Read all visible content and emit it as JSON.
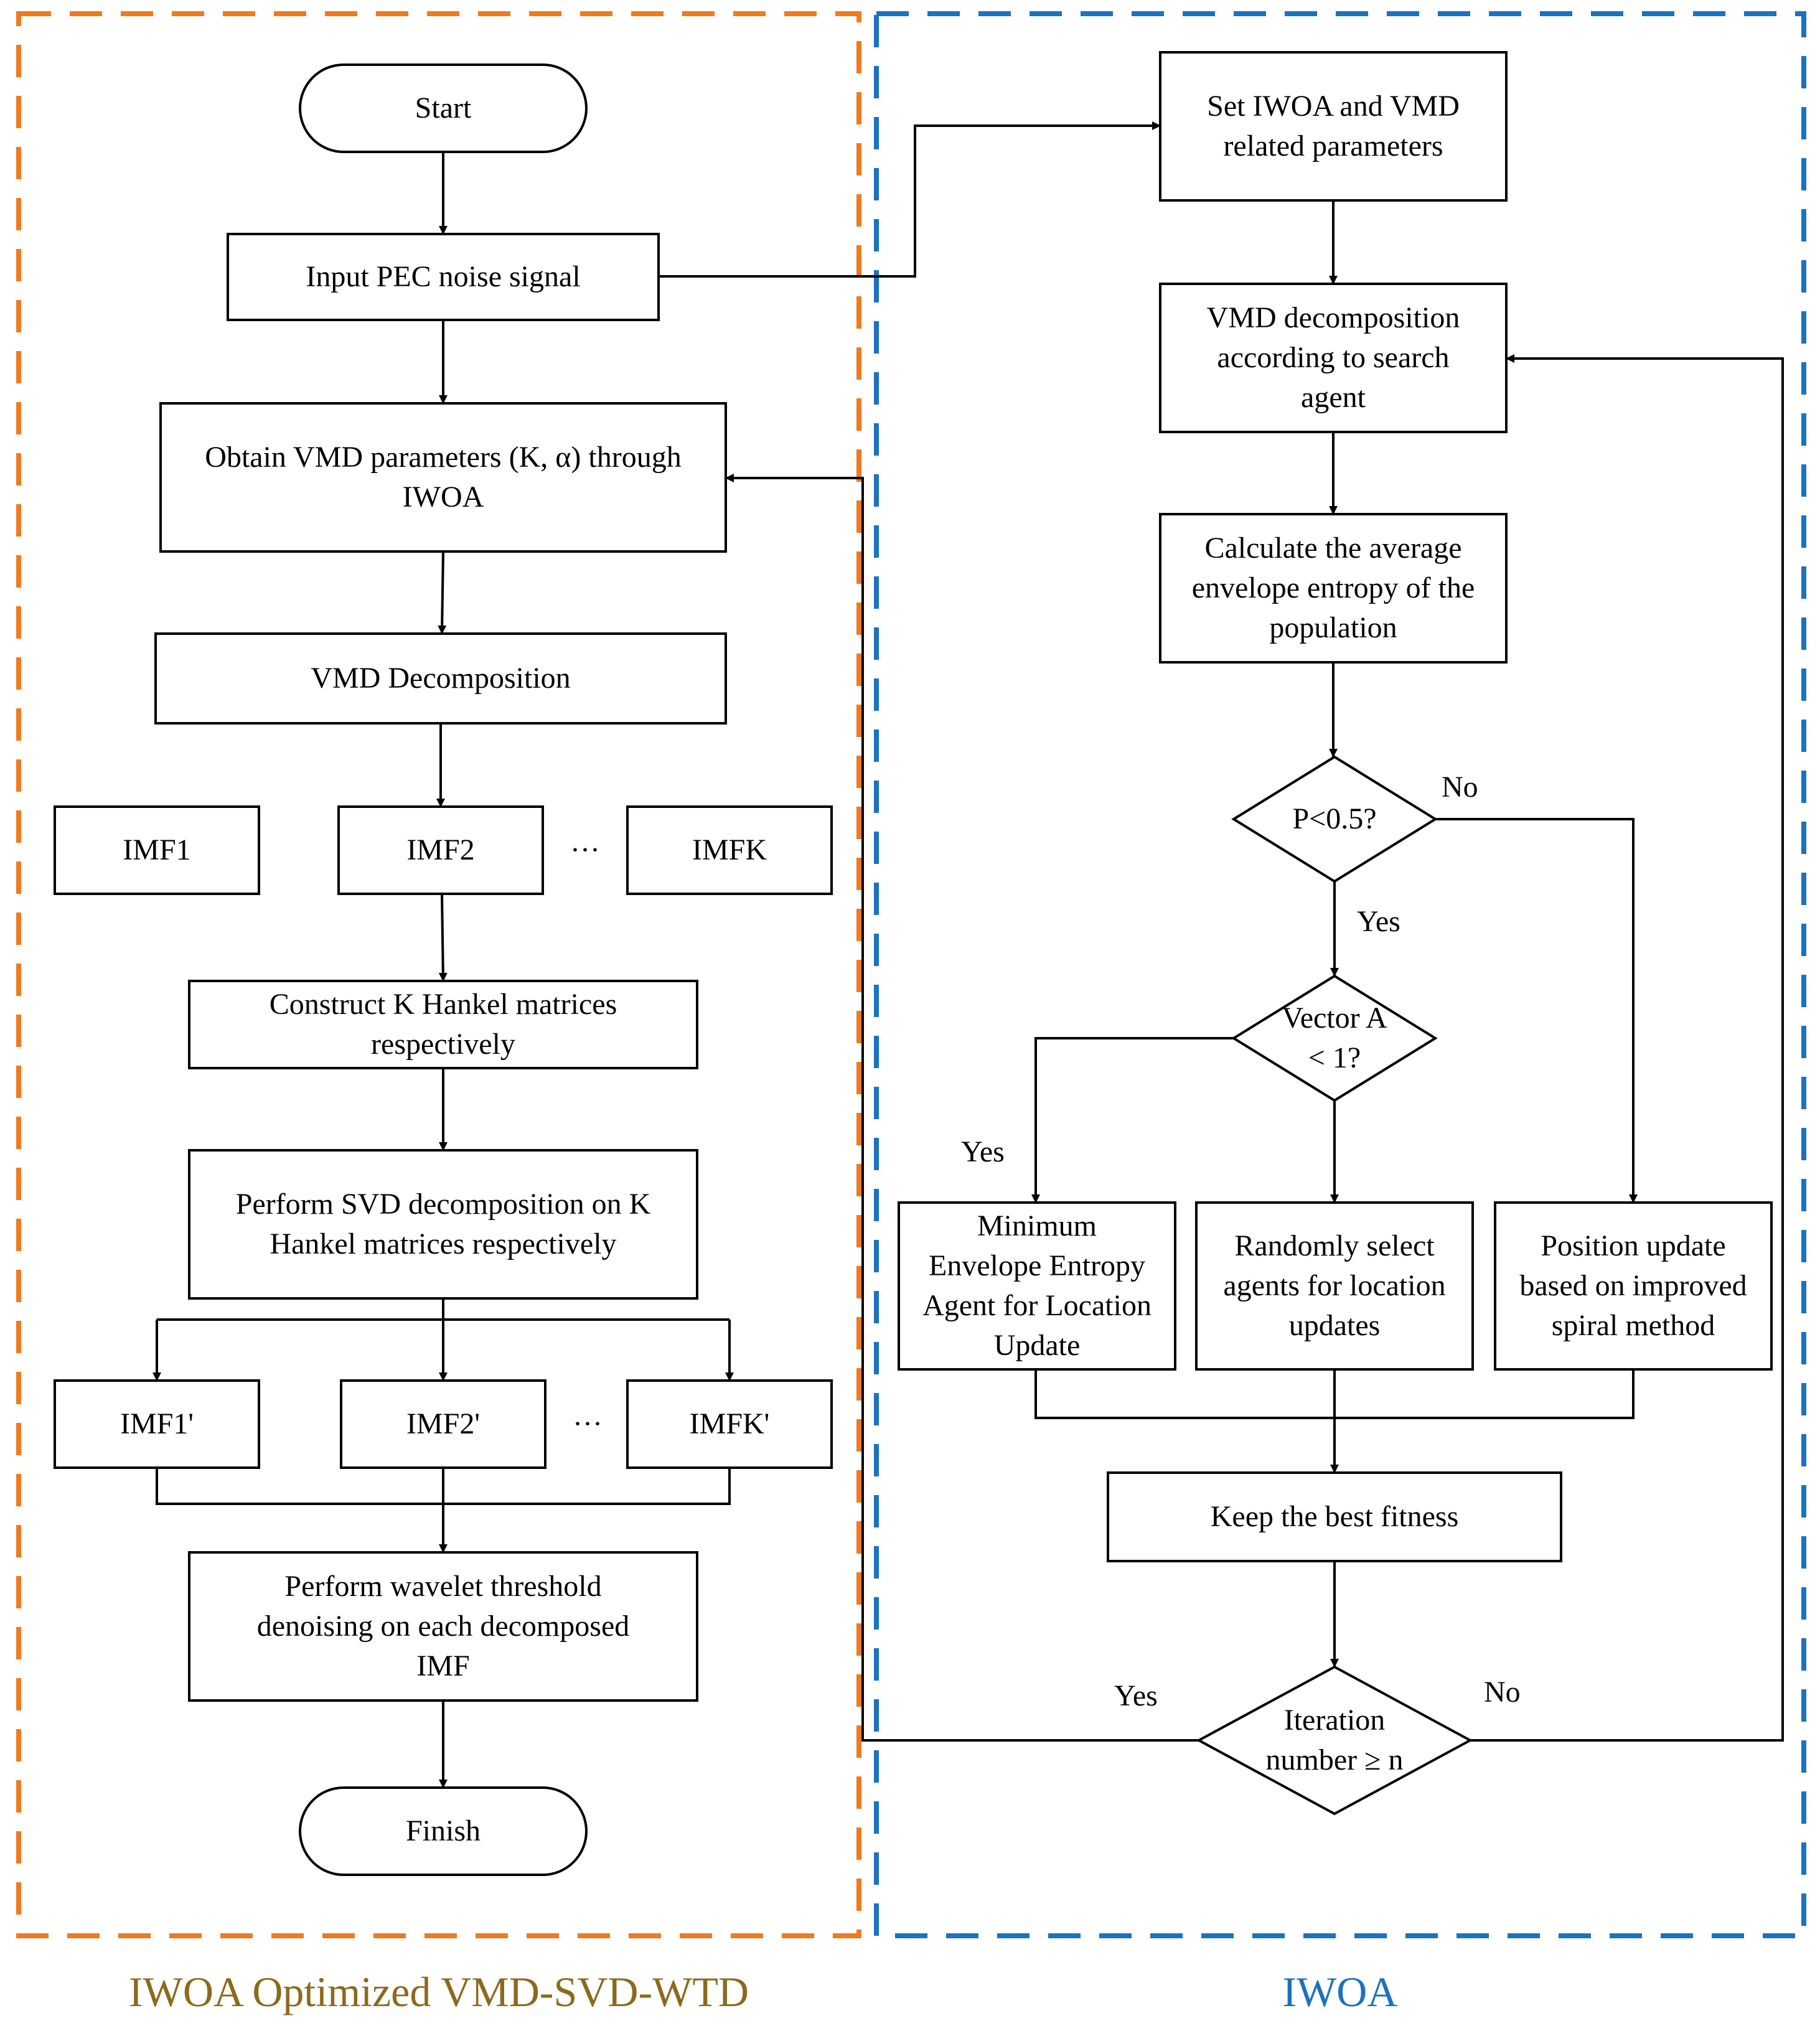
{
  "colors": {
    "left_frame": "#F07A1E",
    "right_frame": "#1A72C0",
    "left_caption": "#8C6A1C",
    "right_caption": "#1A72C0",
    "line": "#000000"
  },
  "captions": {
    "left": "IWOA Optimized VMD-SVD-WTD",
    "right": "IWOA"
  },
  "left": {
    "start": "Start",
    "input": "Input PEC noise signal",
    "obtain": "Obtain VMD parameters (K, α) through\nIWOA",
    "vmd": "VMD Decomposition",
    "imf1": "IMF1",
    "imf2": "IMF2",
    "dots_top": "···",
    "imfk": "IMFK",
    "hankel": "Construct K Hankel matrices\nrespectively",
    "svd": "Perform SVD decomposition on K\nHankel matrices respectively",
    "imf1p": "IMF1'",
    "imf2p": "IMF2'",
    "dots_bottom": "···",
    "imfkp": "IMFK'",
    "wavelet": "Perform wavelet threshold\ndenoising on each decomposed\nIMF",
    "finish": "Finish"
  },
  "right": {
    "set": "Set IWOA and VMD\nrelated parameters",
    "vmd_search": "VMD decomposition\naccording to search\nagent",
    "entropy": "Calculate the average\nenvelope entropy of the\npopulation",
    "p_decision": "P<0.5?",
    "p_no": "No",
    "p_yes": "Yes",
    "vector_decision": "Vector A\n< 1?",
    "vector_yes": "Yes",
    "min_agent": "Minimum\nEnvelope Entropy\nAgent for Location\nUpdate",
    "random_agent": "Randomly select\nagents for location\nupdates",
    "spiral": "Position update\nbased on improved\nspiral method",
    "keep": "Keep the best fitness",
    "iter_decision": "Iteration\nnumber ≥ n",
    "iter_yes": "Yes",
    "iter_no": "No"
  }
}
